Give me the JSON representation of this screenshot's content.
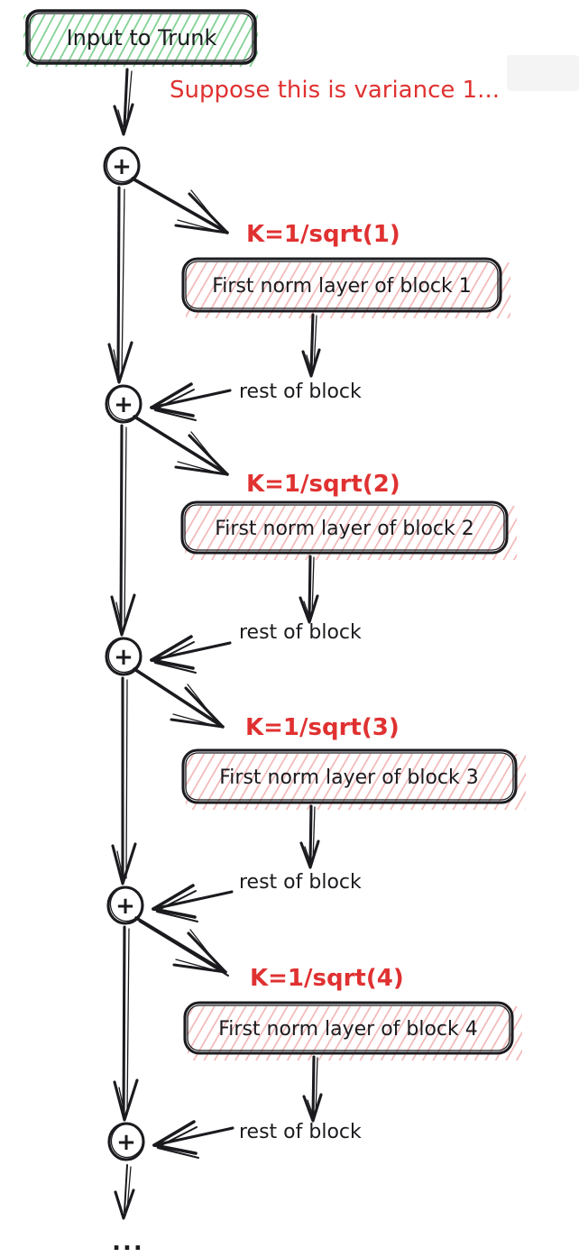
{
  "canvas": {
    "background": "#ffffff",
    "ink_color": "#1b1b1f",
    "accent_red": "#e03131",
    "green_hatch_color": "#7bcf8d",
    "red_hatch_color": "#f2b3b3"
  },
  "input_box": {
    "label": "Input to Trunk"
  },
  "annotation": {
    "text": "Suppose this is variance 1..."
  },
  "plus_symbol": "+",
  "blocks": [
    {
      "k_label": "K=1/sqrt(1)",
      "norm_label": "First norm layer of block 1",
      "rest_label": "rest of block"
    },
    {
      "k_label": "K=1/sqrt(2)",
      "norm_label": "First norm layer of block 2",
      "rest_label": "rest of block"
    },
    {
      "k_label": "K=1/sqrt(3)",
      "norm_label": "First norm layer of block 3",
      "rest_label": "rest of block"
    },
    {
      "k_label": "K=1/sqrt(4)",
      "norm_label": "First norm layer of block 4",
      "rest_label": "rest of block"
    }
  ],
  "ellipsis": "..."
}
